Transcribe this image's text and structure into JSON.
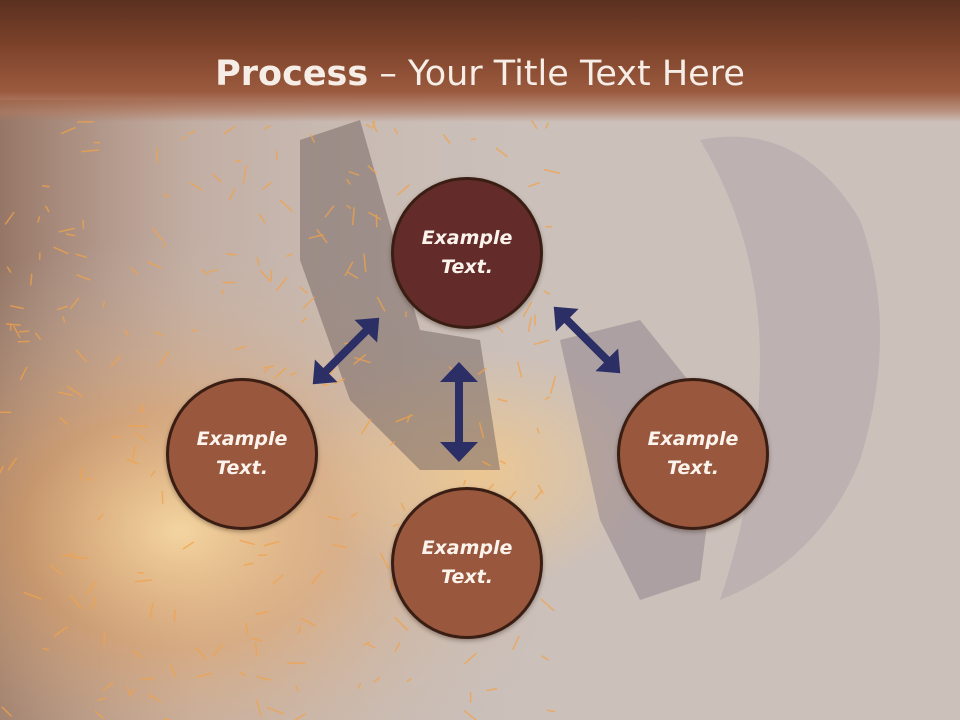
{
  "slide": {
    "title_bold": "Process",
    "title_rest": " – Your Title Text Here"
  },
  "nodes": [
    {
      "id": "top",
      "line1": "Example",
      "line2": "Text."
    },
    {
      "id": "left",
      "line1": "Example",
      "line2": "Text."
    },
    {
      "id": "bottom",
      "line1": "Example",
      "line2": "Text."
    },
    {
      "id": "right",
      "line1": "Example",
      "line2": "Text."
    }
  ],
  "colors": {
    "header": "#8a4a30",
    "center_node": "#632c2a",
    "outer_node": "#99573d",
    "arrow": "#2b2f66",
    "title_text": "#f6ede6"
  }
}
